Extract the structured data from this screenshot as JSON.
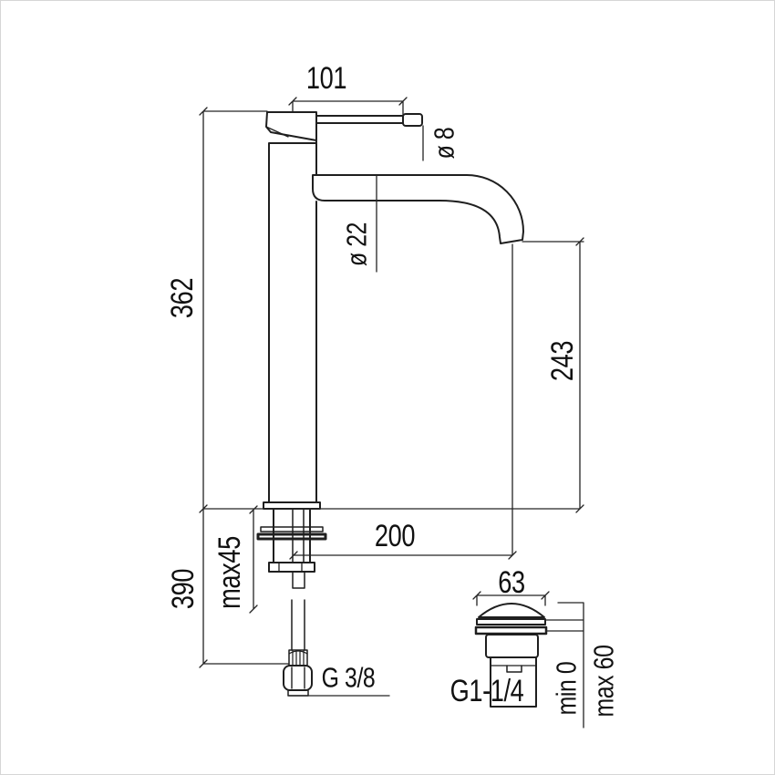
{
  "drawing": {
    "description": "Technical dimension drawing of a tall single-lever basin mixer tap with clic-clac waste drain",
    "colors": {
      "line": "#1f1f1f",
      "dimension_line": "#242424",
      "background": "#ffffff",
      "frame": "#d6d6d6"
    },
    "labels": {
      "dim_101": "101",
      "dia_8": "ø 8",
      "dim_362": "362",
      "dia_22": "ø 22",
      "dim_243": "243",
      "dim_200": "200",
      "dim_max45": "max45",
      "dim_390": "390",
      "thread_g38": "G 3/8",
      "dim_63": "63",
      "thread_g114": "G1-1/4",
      "dim_min0": "min 0",
      "dim_max60": "max 60"
    }
  }
}
